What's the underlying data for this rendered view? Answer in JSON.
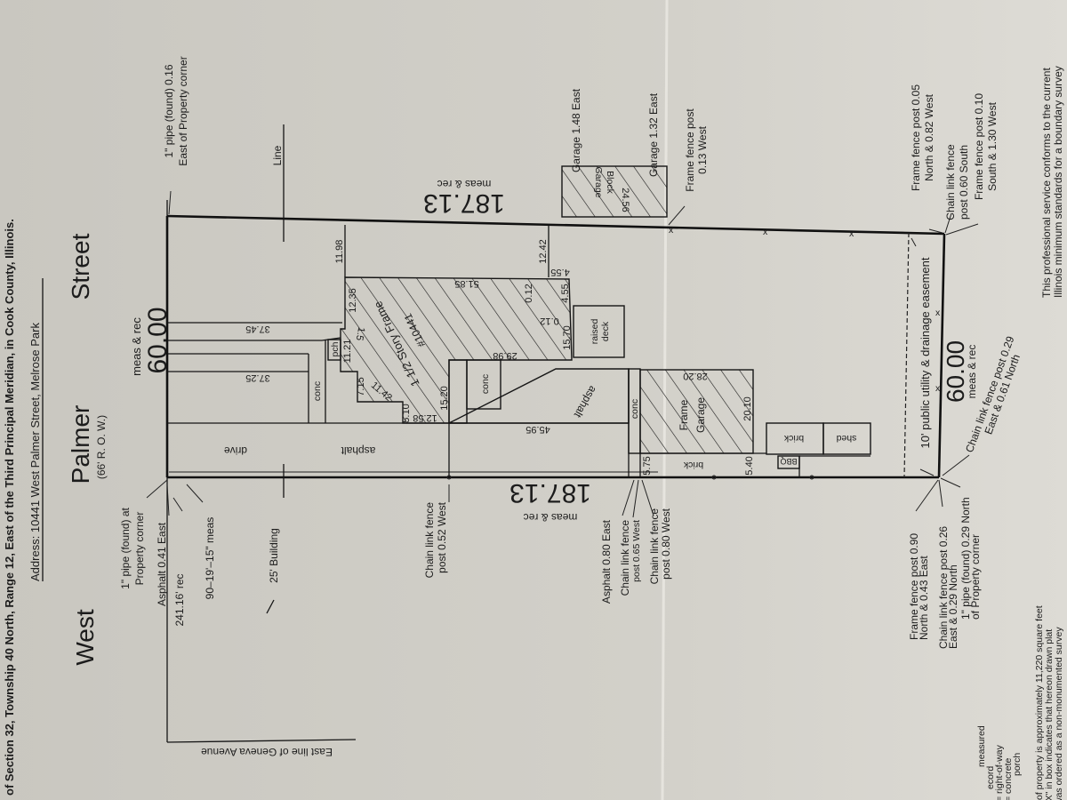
{
  "document": {
    "title_strip": "of Section 32, Township 40 North, Range 12, East of the Third Principal Meridian, in Cook County, Illinois.",
    "address": "Address: 10441 West Palmer Street, Melrose Park"
  },
  "street": {
    "west": "West",
    "palmer": "Palmer",
    "row": "(66' R. O. W.)",
    "street": "Street",
    "front_meas": "meas & rec",
    "front_dim": "60.00",
    "building_line": "Line",
    "building_setback": "25' Building",
    "geneva": "East line of Geneva Avenue"
  },
  "corners": {
    "nw_pipe_1": "1\" pipe (found) at",
    "nw_pipe_2": "Property corner",
    "nw_asphalt": "Asphalt 0.41 East",
    "nw_rec": "241.16' rec",
    "nw_angle": "90–19'–15\" meas",
    "ne_pipe_1": "1\" pipe (found) 0.16",
    "ne_pipe_2": "East of Property corner",
    "se_frame_1": "Frame fence post 0.90",
    "se_frame_2": "North & 0.43 East",
    "se_chain_1": "Chain link fence post 0.26",
    "se_chain_2": "East & 0.29 North",
    "se_pipe_1": "1\" pipe (found) 0.29 North",
    "se_pipe_2": "of Property corner",
    "sw_frame_1": "Frame fence post 0.05",
    "sw_frame_2": "North & 0.82 West",
    "sw_chain_1": "Chain link fence",
    "sw_chain_2": "post 0.60 South",
    "sw_frame2_1": "Frame fence post 0.10",
    "sw_frame2_2": "South & 1.30 West"
  },
  "sides": {
    "north_meas": "meas & rec",
    "north_dim": "187.13",
    "south_meas": "meas & rec",
    "south_dim": "187.13",
    "rear_dim": "60.00",
    "rear_meas": "meas & rec",
    "easement": "10' public utility & drainage easement",
    "rear_chain_1": "Chain link fence post 0.29",
    "rear_chain_2": "East & 0.61 North",
    "fence1_1": "Chain link fence",
    "fence1_2": "post 0.52 West",
    "asphalt_east": "Asphalt 0.80 East",
    "fence2_1": "Chain link fence",
    "fence2_2": "post 0.65 West",
    "fence3_1": "Chain link fence",
    "fence3_2": "post 0.80 West",
    "garage1": "Garage 1.48 East",
    "garage2": "Garage 1.32 East",
    "frame_post_1": "Frame fence post",
    "frame_post_2": "0.13 West"
  },
  "site": {
    "drive": "drive",
    "asphalt_front": "asphalt",
    "asphalt_rear": "asphalt",
    "walk1": "37.45",
    "walk2": "37.25",
    "conc_front": "conc",
    "porch": "pch",
    "house_1": "1 1/2 Story Frame",
    "house_num": "#10441",
    "conc_mid": "conc",
    "raised_1": "raised",
    "raised_2": "deck",
    "conc_garage": "conc",
    "frame_1": "Frame",
    "frame_2": "Garage",
    "block_1": "Block",
    "block_2": "Garage",
    "brick_strip": "brick",
    "brick_box": "brick",
    "shed": "shed",
    "bbq": "BBQ"
  },
  "dims": {
    "d1198": "11.98",
    "d1242": "12.42",
    "d1235": "12.35",
    "d15": "1.5",
    "d1121": "11.21",
    "d715": "7.15",
    "d1142": "11.42",
    "d510": "5.10",
    "d1258": "12.58",
    "d1520": "15.20",
    "d5185": "51.85",
    "d012a": "0.12",
    "d012b": "0.12",
    "d455a": "4.55",
    "d455b": "4.55",
    "d1570": "15.70",
    "d2998": "29.98",
    "d4595": "45.95",
    "d2820": "28.20",
    "d2010": "20.10",
    "d575": "5.75",
    "d540": "5.40",
    "d2456": "24.56"
  },
  "notes": {
    "legend_1": "measured",
    "legend_2": "ecord",
    "legend_3": "= right-of-way",
    "legend_4": "= concrete",
    "legend_5": "porch",
    "area": "of property is approximately 11,220 square feet",
    "xbox_1": "\"X\" in box indicates that hereon drawn plat",
    "xbox_2": "was ordered as a non-monumented survey",
    "prof_1": "This professional service conforms to the current",
    "prof_2": "Illinois minimum standards for a boundary survey"
  },
  "colors": {
    "paper": "#cfcdc6",
    "ink": "#151515"
  }
}
